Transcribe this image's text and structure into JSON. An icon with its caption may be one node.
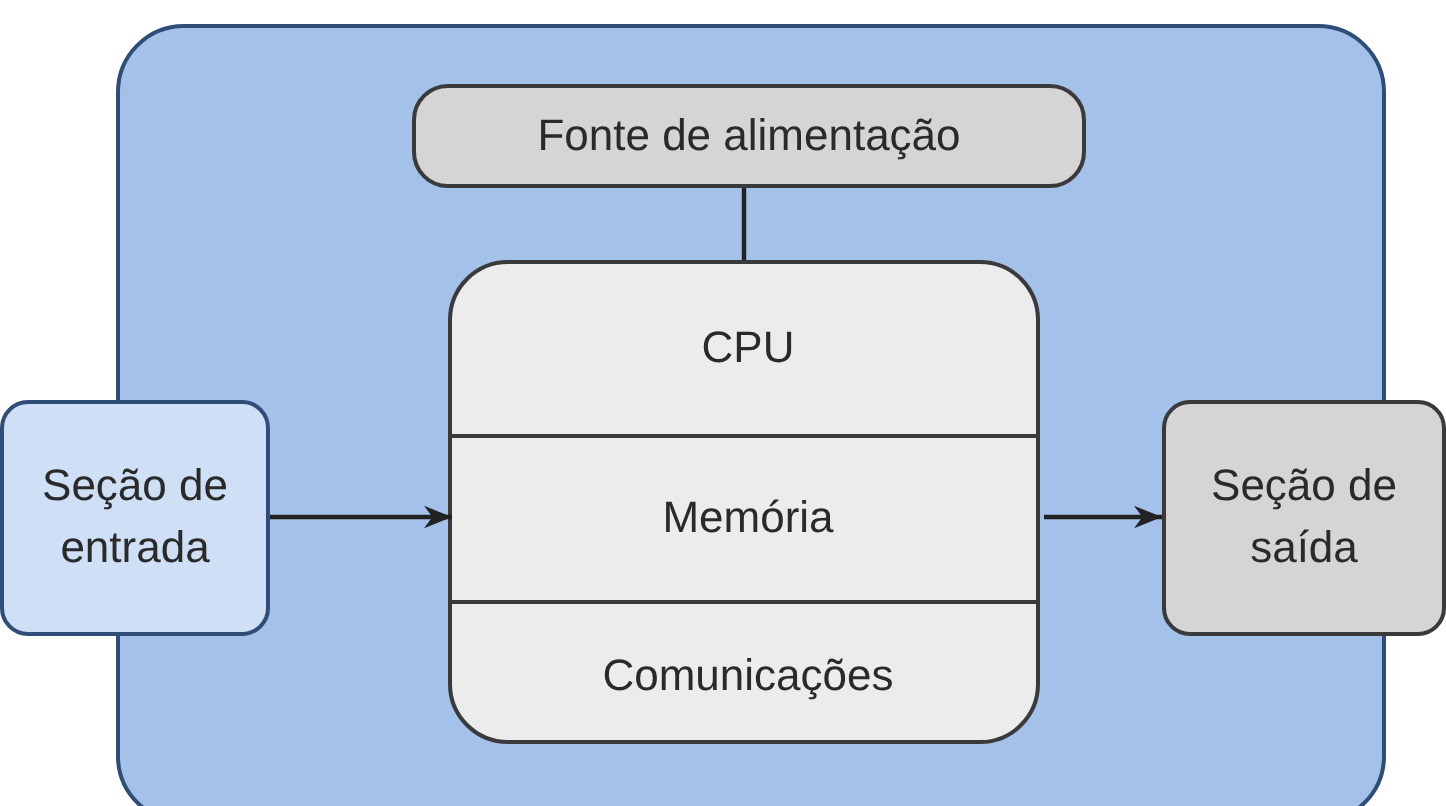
{
  "diagram": {
    "nodes": [
      {
        "text": [],
        "shape": "box"
      },
      {
        "text": [
          "Fonte de alimentação"
        ],
        "in": 0
      },
      {
        "text": [],
        "shape": "box",
        "in": 0
      },
      {
        "text": [
          "CPU"
        ],
        "in": 2
      },
      {
        "text": [
          "Memória"
        ],
        "in": 2
      },
      {
        "text": [
          "Comunicações"
        ],
        "in": 2
      },
      {
        "text": [
          "Seção de entrada"
        ]
      },
      {
        "text": [
          "Seção de saída"
        ]
      }
    ],
    "edges": [
      {
        "from": 1,
        "to": 2,
        "arrow": "none"
      },
      {
        "from": 6,
        "to": 4,
        "arrow": "to"
      },
      {
        "from": 4,
        "to": 7,
        "arrow": "to"
      }
    ]
  }
}
